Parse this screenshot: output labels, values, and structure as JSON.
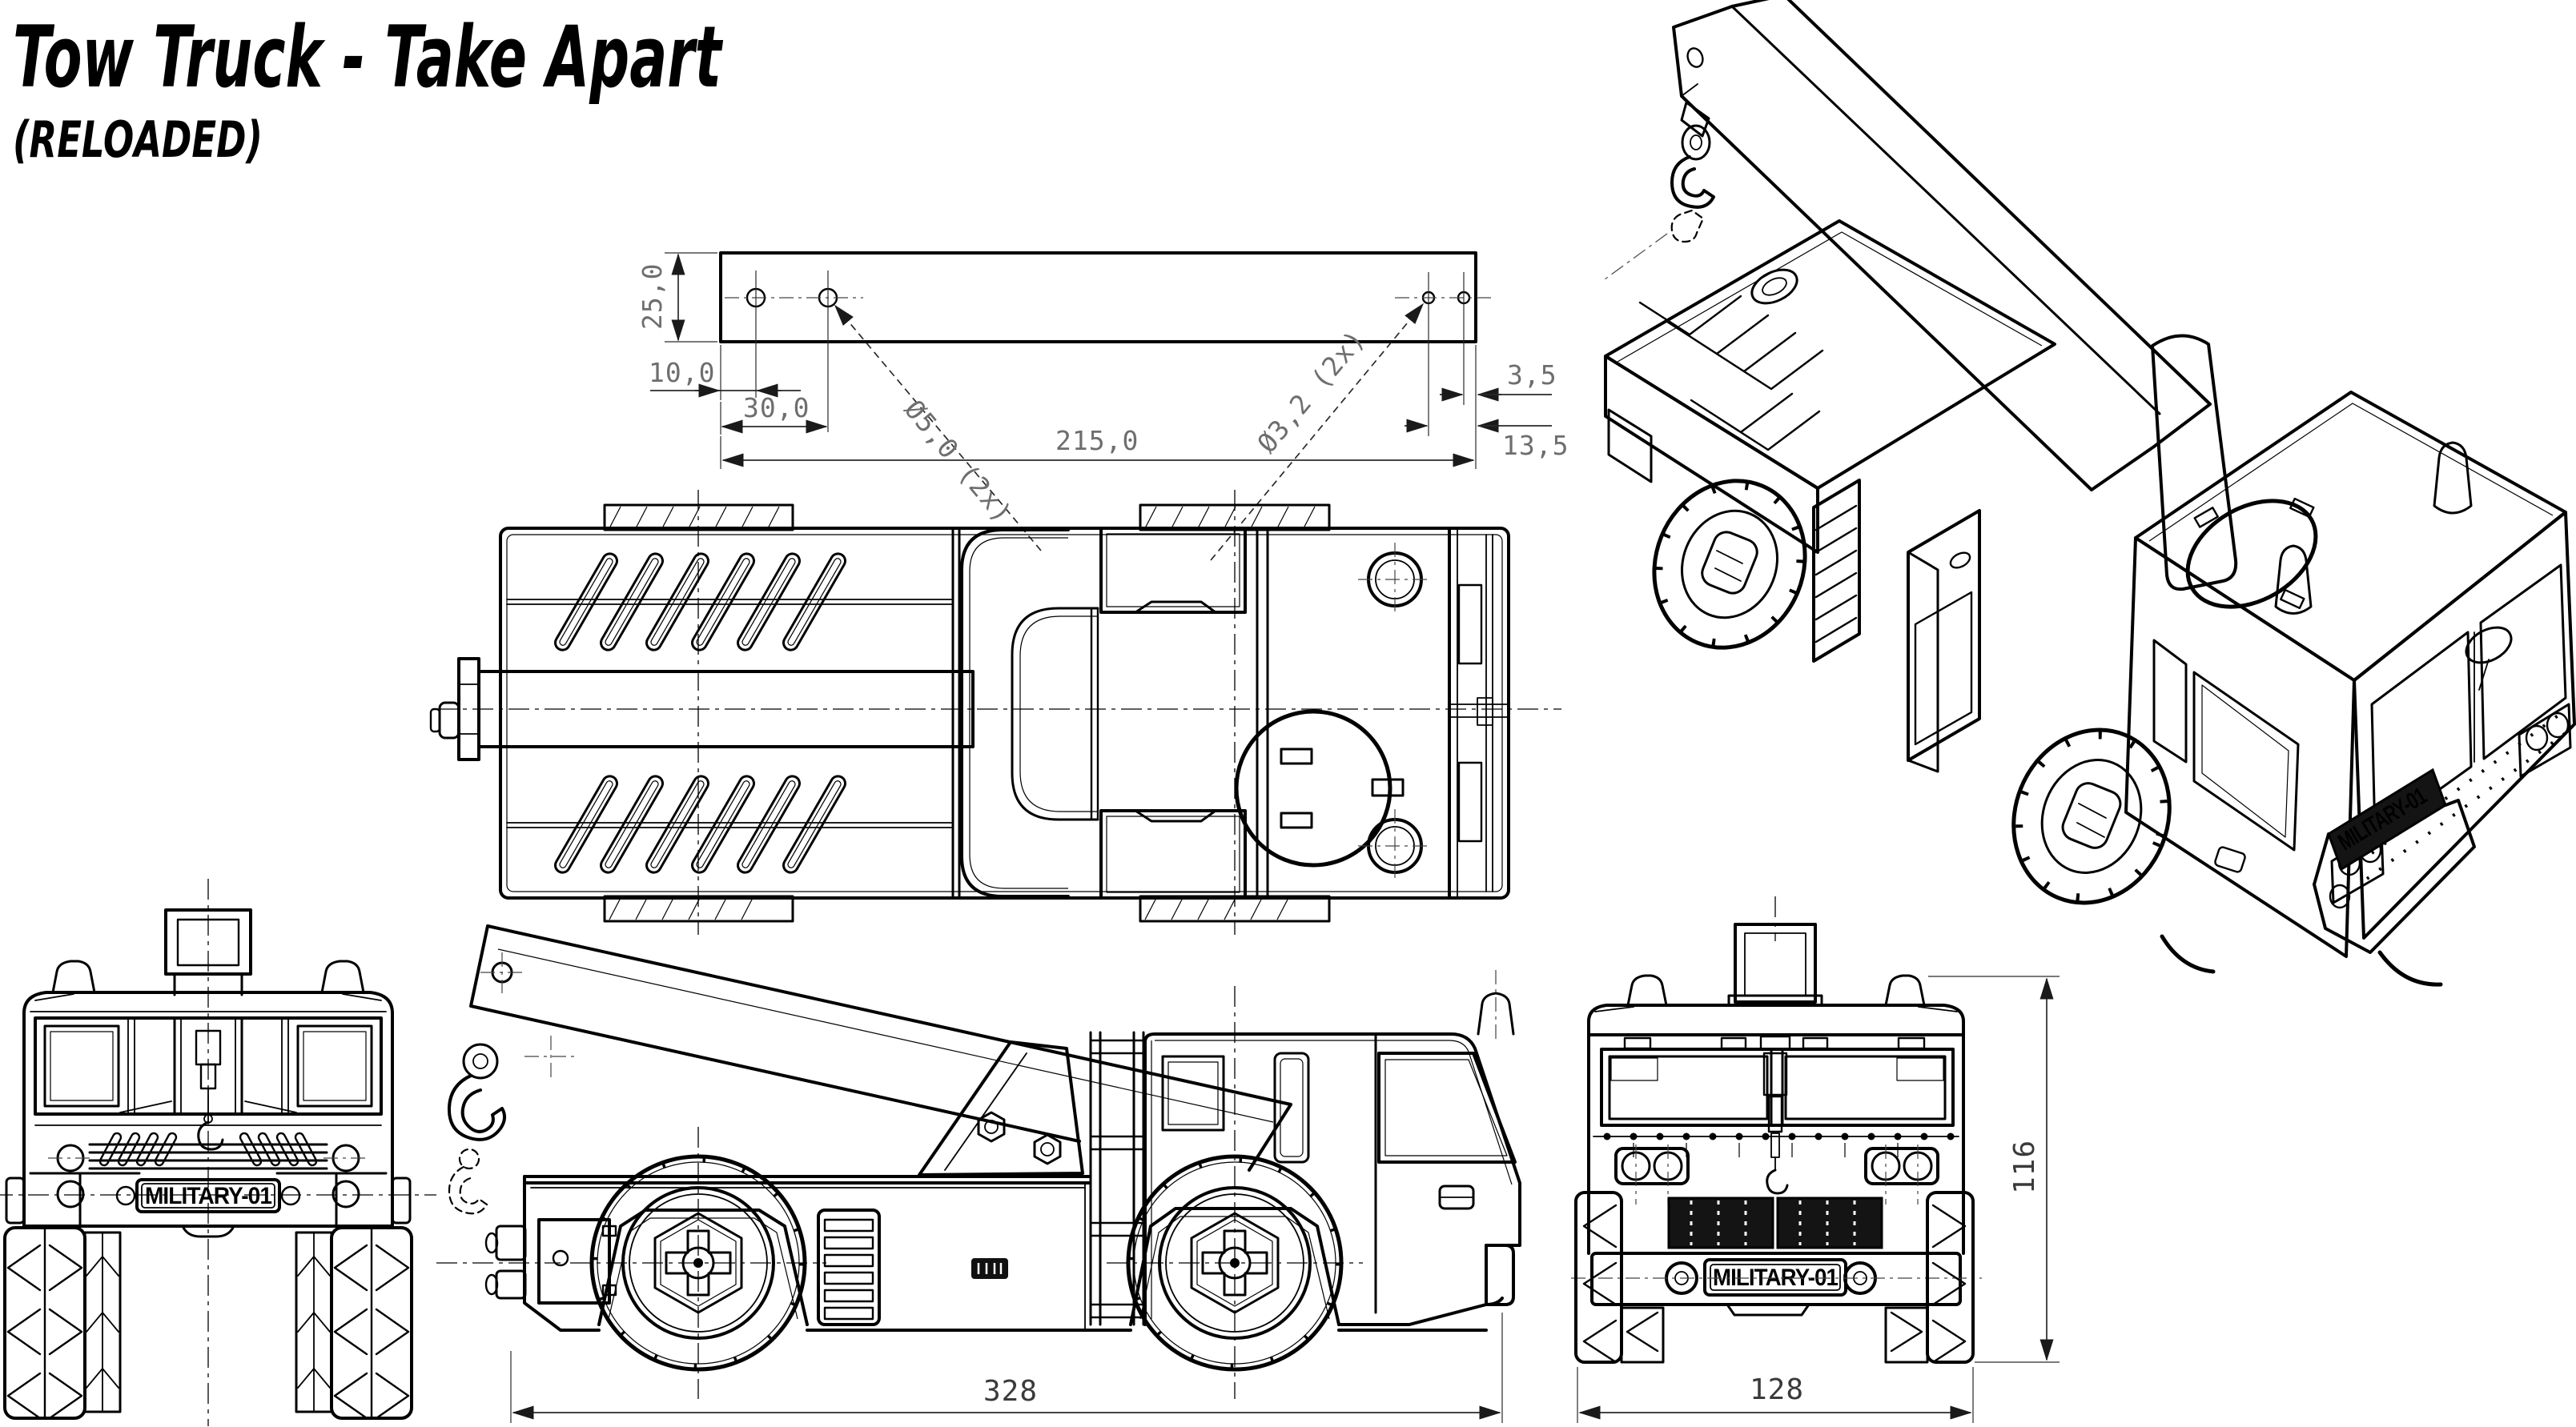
{
  "title": {
    "line1": "Tow Truck - Take Apart",
    "line2": "(RELOADED)"
  },
  "colors": {
    "ink": "#000000",
    "background": "#ffffff",
    "dim_text": "#6e6e6e",
    "plate_fill": "#141414"
  },
  "part_drawing": {
    "height": "25,0",
    "hole_offset_1": "10,0",
    "hole_offset_2": "30,0",
    "total_length": "215,0",
    "edge_offset_1": "3,5",
    "edge_offset_2": "13,5",
    "hole_large_callout": "Ø5,0 (2x)",
    "hole_small_callout": "Ø3,2 (2x)"
  },
  "dimensions": {
    "side_length": "328",
    "front_width": "128",
    "front_height": "116"
  },
  "license_plate": "MILITARY-01"
}
